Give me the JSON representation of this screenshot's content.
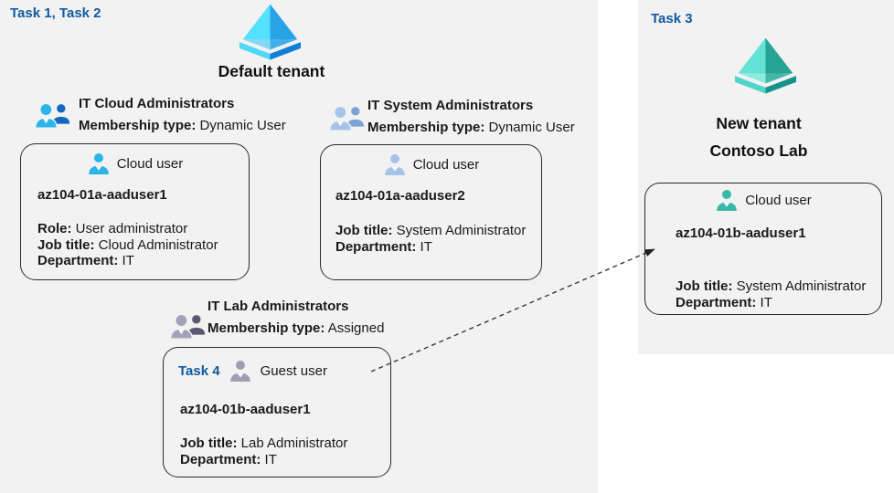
{
  "regions": {
    "default_tenant": {
      "task_label": "Task 1, Task 2",
      "tenant_name": "Default tenant",
      "tenant_icon": "azure-ad-tenant-icon-blue"
    },
    "new_tenant": {
      "task_label": "Task 3",
      "tenant_name_line1": "New tenant",
      "tenant_name_line2": "Contoso Lab",
      "tenant_icon": "azure-ad-tenant-icon-teal"
    }
  },
  "groups": [
    {
      "icon": "user-group-icon-cyan",
      "title": "IT Cloud Administrators",
      "membership_label": "Membership type:",
      "membership_value": "Dynamic User"
    },
    {
      "icon": "user-group-icon-pale-blue",
      "title": "IT System Administrators",
      "membership_label": "Membership type:",
      "membership_value": "Dynamic User"
    },
    {
      "icon": "user-group-icon-gray",
      "title": "IT Lab Administrators",
      "membership_label": "Membership type:",
      "membership_value": "Assigned"
    }
  ],
  "cards": [
    {
      "icon": "cloud-user-icon-cyan",
      "header_label": "Cloud user",
      "username": "az104-01a-aaduser1",
      "attributes": [
        {
          "label": "Role:",
          "value": "User administrator"
        },
        {
          "label": "Job title:",
          "value": "Cloud Administrator"
        },
        {
          "label": "Department:",
          "value": "IT"
        }
      ]
    },
    {
      "icon": "cloud-user-icon-pale-blue",
      "header_label": "Cloud user",
      "username": "az104-01a-aaduser2",
      "attributes": [
        {
          "label": "Job title:",
          "value": "System Administrator"
        },
        {
          "label": "Department:",
          "value": "IT"
        }
      ]
    },
    {
      "task_label": "Task 4",
      "icon": "guest-user-icon-gray",
      "header_label": "Guest user",
      "username": "az104-01b-aaduser1",
      "attributes": [
        {
          "label": "Job title:",
          "value": "Lab Administrator"
        },
        {
          "label": "Department:",
          "value": "IT"
        }
      ]
    },
    {
      "icon": "cloud-user-icon-teal",
      "header_label": "Cloud user",
      "username": "az104-01b-aaduser1",
      "attributes": [
        {
          "label": "Job title:",
          "value": "System Administrator"
        },
        {
          "label": "Department:",
          "value": "IT"
        }
      ]
    }
  ],
  "connector": {
    "type": "dashed-arrow",
    "from": "guest-user-card",
    "to": "new-tenant-cloud-user-card"
  },
  "colors": {
    "task_label_text": "#115a9e",
    "panel_background": "#f2f2f2",
    "card_border": "#2b2b2b",
    "arrow": "#3a3a3a",
    "cyan_user": "#2ab4e8",
    "pale_blue_user": "#a6c4e7",
    "gray_user": "#9e9fb3",
    "teal_user": "#37b8ab"
  }
}
